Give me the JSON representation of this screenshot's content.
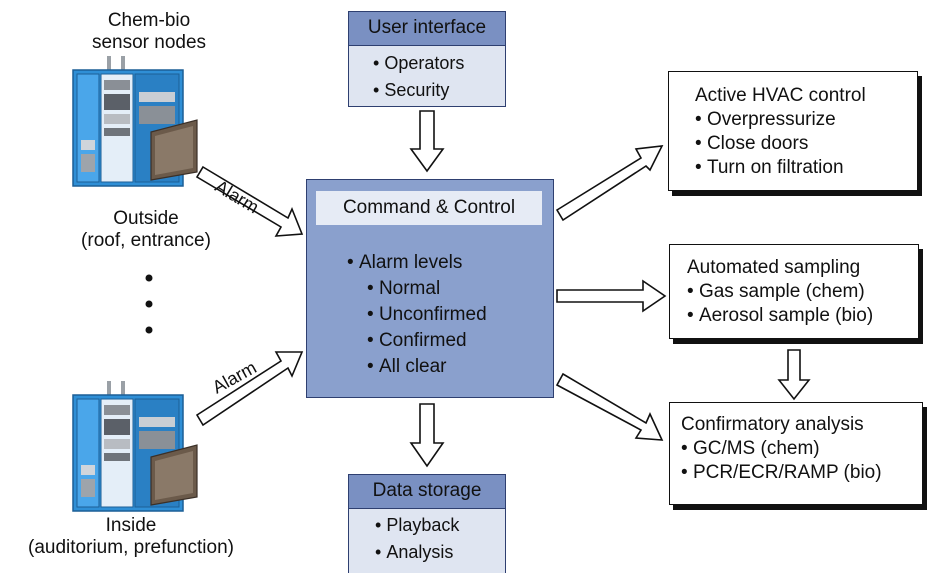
{
  "sensors": {
    "heading": [
      "Chem-bio",
      "sensor nodes"
    ],
    "outside": [
      "Outside",
      "(roof, entrance)"
    ],
    "inside": [
      "Inside",
      "(auditorium, prefunction)"
    ],
    "alarm_label": "Alarm"
  },
  "user_interface": {
    "title": "User interface",
    "items": [
      "Operators",
      "Security"
    ]
  },
  "command_control": {
    "title": "Command & Control",
    "alarm_heading": "Alarm levels",
    "levels": [
      "Normal",
      "Unconfirmed",
      "Confirmed",
      "All clear"
    ]
  },
  "data_storage": {
    "title": "Data storage",
    "items": [
      "Playback",
      "Analysis"
    ]
  },
  "hvac": {
    "title": "Active HVAC control",
    "items": [
      "Overpressurize",
      "Close doors",
      "Turn on filtration"
    ]
  },
  "sampling": {
    "title": "Automated sampling",
    "items": [
      "Gas sample (chem)",
      "Aerosol sample (bio)"
    ]
  },
  "confirmatory": {
    "title": "Confirmatory analysis",
    "items": [
      "GC/MS (chem)",
      "PCR/ECR/RAMP (bio)"
    ]
  },
  "colors": {
    "cabinet_blue": "#2f8fd6",
    "box_header": "#7a90c2",
    "cc_fill": "#8aa0cd",
    "light_fill": "#dfe5f1"
  }
}
